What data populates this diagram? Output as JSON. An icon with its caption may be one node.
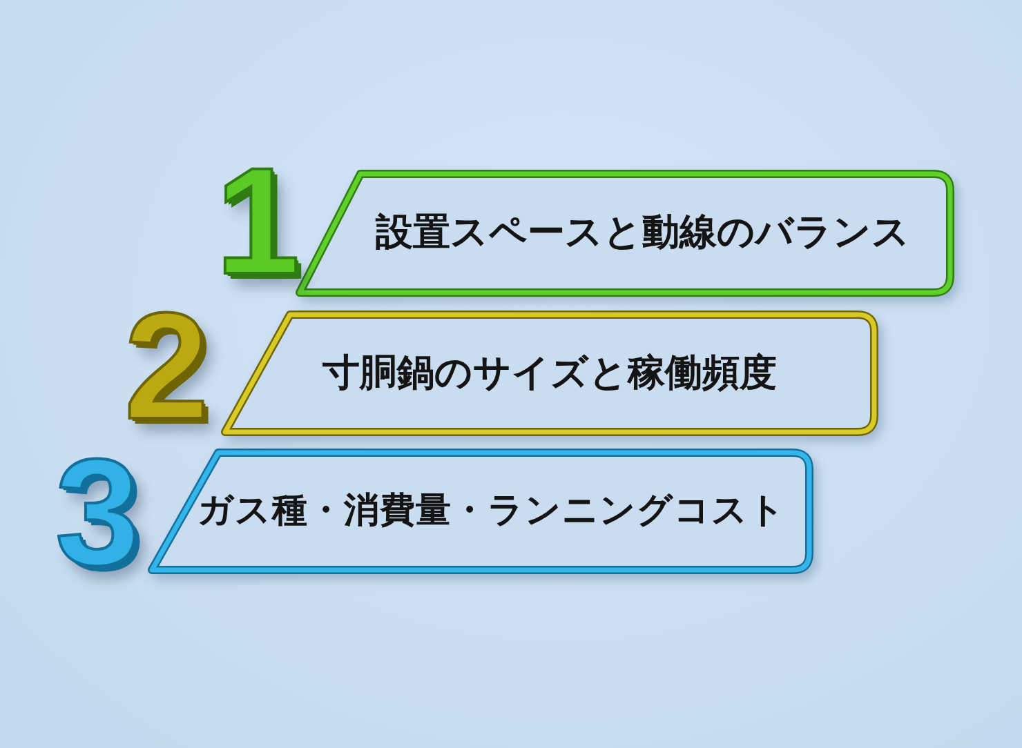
{
  "diagram": {
    "nodes": [
      {
        "text": [
          "設置スペースと動線のバランス"
        ],
        "beside": [
          "1"
        ]
      },
      {
        "text": [
          "寸胴鍋のサイズと稼働頻度"
        ],
        "beside": [
          "2"
        ]
      },
      {
        "text": [
          "ガス種・消費量・ランニングコスト"
        ],
        "beside": [
          "3"
        ]
      }
    ]
  }
}
